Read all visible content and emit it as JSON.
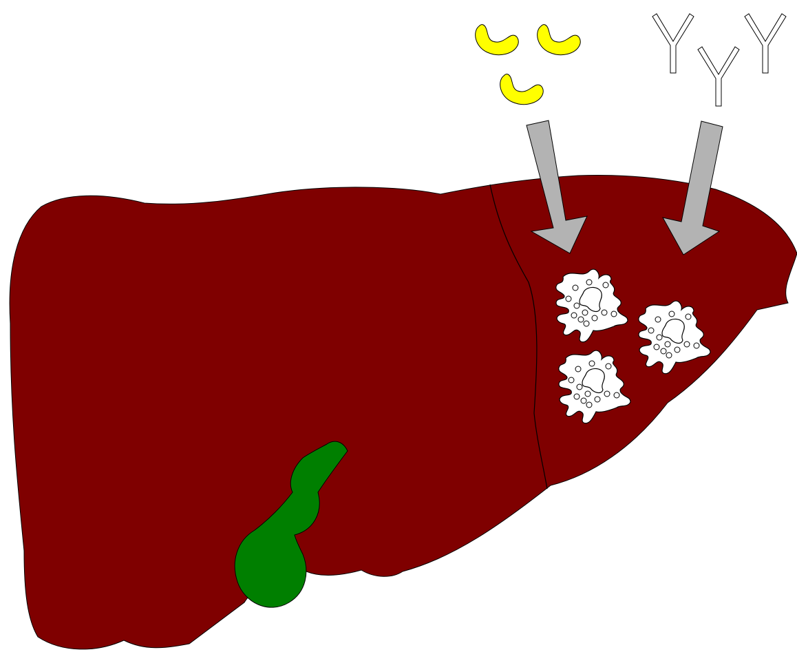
{
  "colors": {
    "background": "#ffffff",
    "liver": "#7f0000",
    "gallbladder": "#007f00",
    "macrophage": "#ffffff",
    "outline": "#000000",
    "arrow": "#b3b3b3",
    "bacteria": "#ffff00",
    "antibody": "#ffffff"
  },
  "elements": {
    "liver": "liver-organ",
    "lobe_divider": "lobe-divider-line",
    "gallbladder": "gallbladder",
    "bacteria": [
      "bacterium",
      "bacterium",
      "bacterium"
    ],
    "antibodies": [
      "antibody",
      "antibody",
      "antibody"
    ],
    "arrows": [
      "bacteria-to-macrophages-arrow",
      "antibodies-to-macrophages-arrow"
    ],
    "macrophages": [
      "kupffer-cell",
      "kupffer-cell",
      "kupffer-cell"
    ]
  }
}
